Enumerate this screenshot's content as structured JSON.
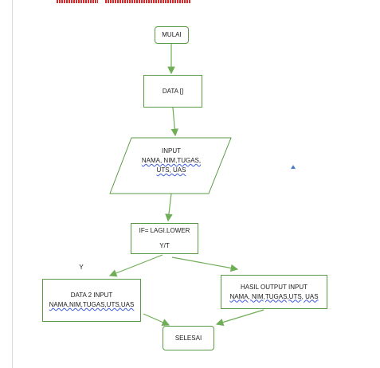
{
  "nodes": {
    "start": {
      "label": "MULAI"
    },
    "data": {
      "label": "DATA []"
    },
    "input": {
      "line1": "INPUT",
      "line2": "NAMA, NIM,TUGAS,",
      "line3": "UTS, UAS"
    },
    "decision": {
      "line1": "IF= LAGI.LOWER",
      "line2": "Y/T"
    },
    "yes_branch": {
      "line1": "DATA 2 INPUT",
      "line2": "NAMA,NIM,TUGAS,UTS,UAS"
    },
    "no_branch": {
      "line1": "HASIL OUTPUT INPUT",
      "line2": "NAMA, NIM,TUGAS,UTS, UAS"
    },
    "end": {
      "label": "SELESAI"
    }
  },
  "edge_labels": {
    "yes": "Y"
  },
  "colors": {
    "border": "#5a9a46",
    "arrow": "#6fae57",
    "header_mark": "#d72b2b"
  }
}
